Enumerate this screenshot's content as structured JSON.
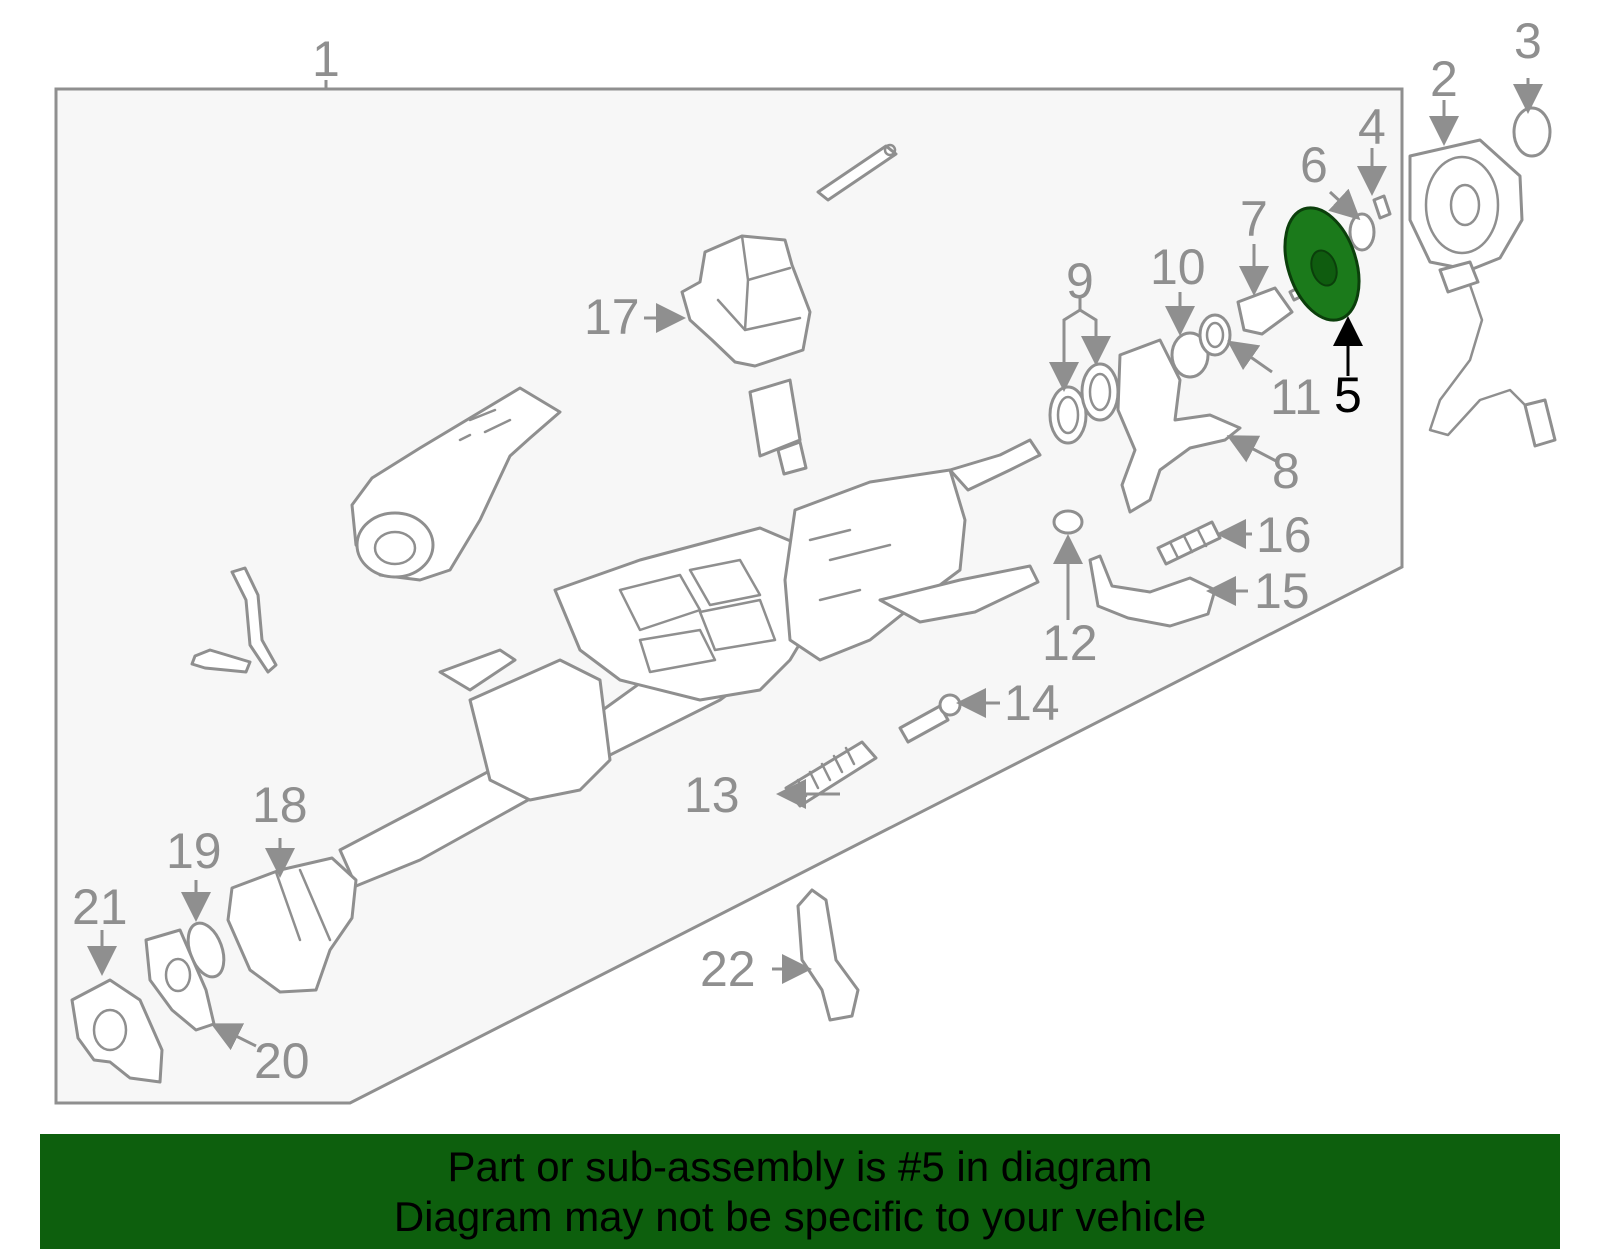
{
  "callouts": {
    "c1": "1",
    "c2": "2",
    "c3": "3",
    "c4": "4",
    "c5": "5",
    "c6": "6",
    "c7": "7",
    "c8": "8",
    "c9": "9",
    "c10": "10",
    "c11": "11",
    "c12": "12",
    "c13": "13",
    "c14": "14",
    "c15": "15",
    "c16": "16",
    "c17": "17",
    "c18": "18",
    "c19": "19",
    "c20": "20",
    "c21": "21",
    "c22": "22"
  },
  "highlight": {
    "part_number": "5",
    "color": "#1b7a1b"
  },
  "banner": {
    "line1": "Part or sub-assembly is #5 in diagram",
    "line2": "Diagram may not be specific to your vehicle",
    "background": "#0d5f0d"
  },
  "colors": {
    "line_art": "#8f8f8f",
    "panel": "#f7f7f7"
  }
}
